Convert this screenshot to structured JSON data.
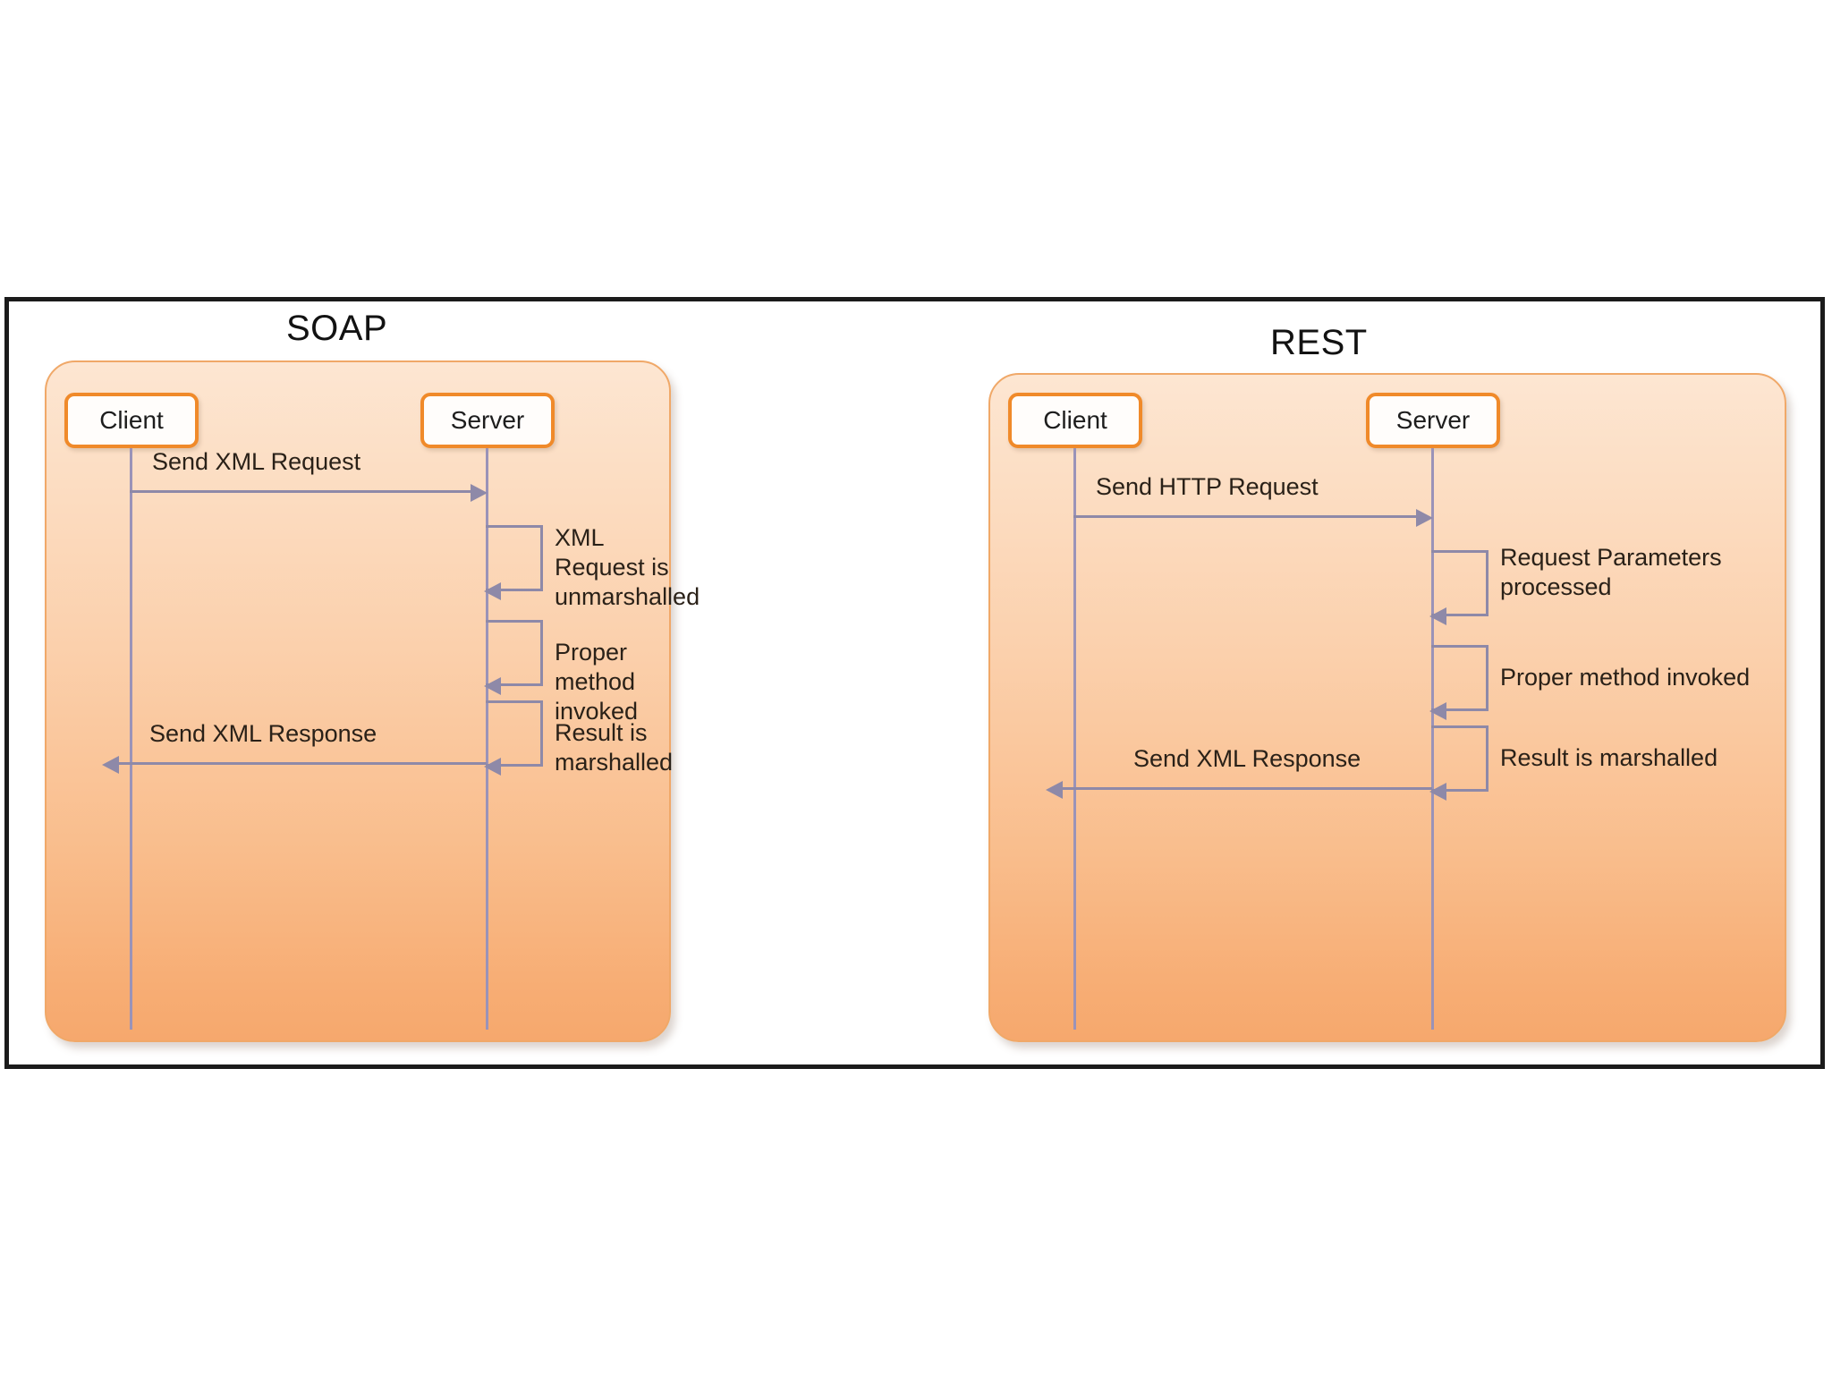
{
  "diagram": {
    "kind": "uml-sequence-comparison",
    "panels": [
      {
        "id": "soap",
        "title": "SOAP",
        "participants": [
          {
            "name": "Client"
          },
          {
            "name": "Server"
          }
        ],
        "messages": [
          {
            "label": "Send XML Request",
            "from": "Client",
            "to": "Server",
            "direction": "right"
          },
          {
            "label": "Send XML Response",
            "from": "Server",
            "to": "Client",
            "direction": "left"
          }
        ],
        "self_calls": [
          {
            "note": "XML Request is\nunmarshalled",
            "on": "Server"
          },
          {
            "note": "Proper method invoked",
            "on": "Server"
          },
          {
            "note": "Result is marshalled",
            "on": "Server"
          }
        ]
      },
      {
        "id": "rest",
        "title": "REST",
        "participants": [
          {
            "name": "Client"
          },
          {
            "name": "Server"
          }
        ],
        "messages": [
          {
            "label": "Send HTTP Request",
            "from": "Client",
            "to": "Server",
            "direction": "right"
          },
          {
            "label": "Send XML Response",
            "from": "Server",
            "to": "Client",
            "direction": "left"
          }
        ],
        "self_calls": [
          {
            "note": "Request Parameters\nprocessed",
            "on": "Server"
          },
          {
            "note": "Proper method invoked",
            "on": "Server"
          },
          {
            "note": "Result is marshalled",
            "on": "Server"
          }
        ]
      }
    ],
    "colors": {
      "frame_border": "#1b1b1b",
      "panel_border": "#f0a868",
      "panel_fill_top": "#fde6d2",
      "panel_fill_bottom": "#f6a86d",
      "participant_border": "#f08a2a",
      "participant_fill": "#fffdfb",
      "lifeline": "#9a93b8",
      "message_line": "#8e89a8",
      "text": "#2a2118"
    }
  }
}
